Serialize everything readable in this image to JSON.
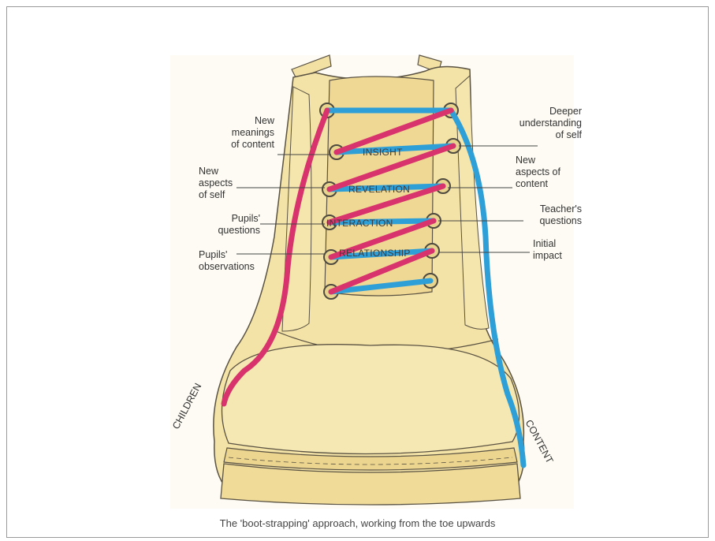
{
  "diagram": {
    "caption": "The 'boot-strapping' approach, working from the toe upwards",
    "left_labels": [
      {
        "id": "new-meanings",
        "lines": [
          "New",
          "meanings",
          "of content"
        ]
      },
      {
        "id": "new-aspects-self",
        "lines": [
          "New",
          "aspects",
          "of self"
        ]
      },
      {
        "id": "pupils-questions",
        "lines": [
          "Pupils'",
          "questions"
        ]
      },
      {
        "id": "pupils-observations",
        "lines": [
          "Pupils'",
          "observations"
        ]
      }
    ],
    "right_labels": [
      {
        "id": "deeper-understanding",
        "lines": [
          "Deeper",
          "understanding",
          "of self"
        ]
      },
      {
        "id": "new-aspects-content",
        "lines": [
          "New",
          "aspects of",
          "content"
        ]
      },
      {
        "id": "teachers-questions",
        "lines": [
          "Teacher's",
          "questions"
        ]
      },
      {
        "id": "initial-impact",
        "lines": [
          "Initial",
          "impact"
        ]
      }
    ],
    "bands": [
      "INSIGHT",
      "REVELATION",
      "INTERACTION",
      "RELATIONSHIP"
    ],
    "lace_left_end": "CHILDREN",
    "lace_right_end": "CONTENT",
    "colors": {
      "pink_lace": "#d8336c",
      "blue_lace": "#2f9fd8",
      "leather": "#f4e3a6",
      "outline": "#5a5243"
    }
  }
}
